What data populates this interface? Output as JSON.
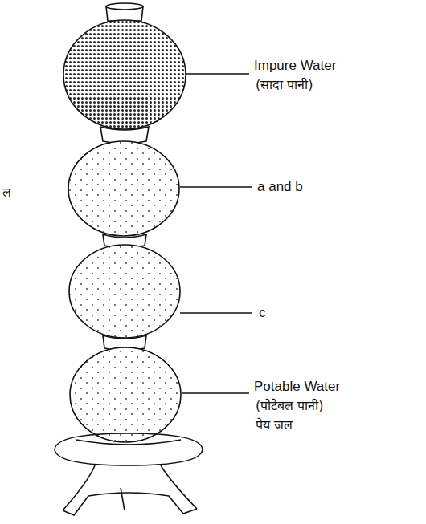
{
  "diagram": {
    "labels": [
      "Impure Water",
      "(सादा पानी)",
      "a and b",
      "c",
      "Potable Water",
      "(पोटेबल पानी)",
      "पेय जल",
      "ल"
    ]
  }
}
